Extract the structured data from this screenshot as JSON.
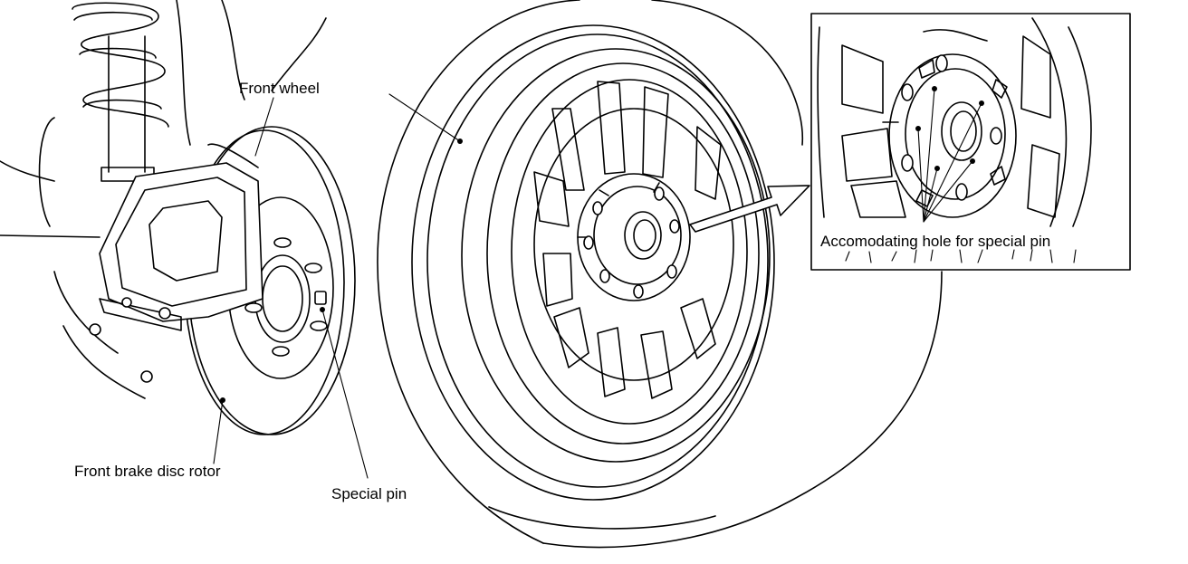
{
  "labels": {
    "front_wheel": "Front wheel",
    "front_brake_disc_rotor": "Front brake disc rotor",
    "special_pin": "Special pin",
    "accommodating_hole": "Accomodating hole for special pin"
  }
}
